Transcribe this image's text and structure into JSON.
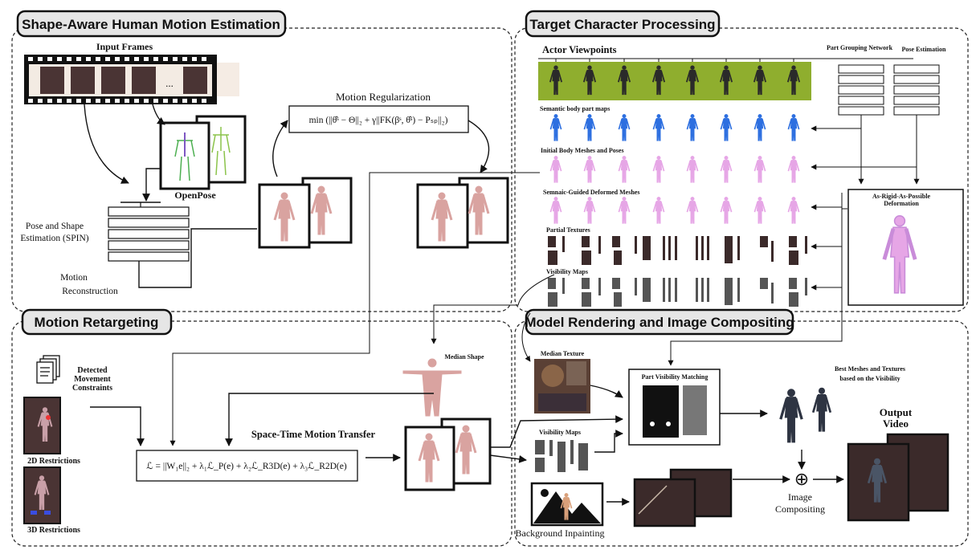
{
  "panels": {
    "shape_aware": {
      "title": "Shape-Aware Human Motion Estimation",
      "input_frames": "Input Frames",
      "ellipsis": "...",
      "openpose": "OpenPose",
      "spin_line1": "Pose and Shape",
      "spin_line2": "Estimation (SPIN)",
      "recon_line1": "Motion",
      "recon_line2": "Reconstruction",
      "regularization": "Motion Regularization",
      "regularization_formula": "min (||θ̂ˢ − Θ||₂ + γ||FK(βˢ, θ̂ˢ) − Pₛₚ||₂)"
    },
    "target_character": {
      "title": "Target Character Processing",
      "actor_viewpoints": "Actor Viewpoints",
      "part_grouping": "Part Grouping Network",
      "pose_estimation": "Pose Estimation",
      "semantic_maps": "Semantic body part maps",
      "initial_meshes": "Initial Body Meshes and Poses",
      "deformed_meshes": "Semnaic-Guided Deformed Meshes",
      "partial_textures": "Partial Textures",
      "visibility_maps": "Visibility Maps",
      "arap_line1": "As-Rigid-As-Possible",
      "arap_line2": "Deformation"
    },
    "retargeting": {
      "title": "Motion Retargeting",
      "constraints_line1": "Detected",
      "constraints_line2": "Movement",
      "constraints_line3": "Constraints",
      "restrictions_2d": "2D Restrictions",
      "restrictions_3d": "3D Restrictions",
      "transfer": "Space-Time Motion Transfer",
      "transfer_formula": "ℒ = ||W₁e||₂ + λ₁ℒ_P(e) + λ₂ℒ_R3D(e) + λ₃ℒ_R2D(e)",
      "median_shape": "Median Shape"
    },
    "rendering": {
      "title": "Model Rendering and Image Compositing",
      "median_texture": "Median Texture",
      "visibility_maps": "Visibility Maps",
      "background_inpainting": "Background Inpainting",
      "part_visibility": "Part Visibility Matching",
      "best_line1": "Best Meshes and Textures",
      "best_line2": "based on the Visibility",
      "compositing_line1": "Image",
      "compositing_line2": "Compositing",
      "output_line1": "Output",
      "output_line2": "Video",
      "oplus": "⊕"
    }
  },
  "colors": {
    "mesh_pink": "#e6a6e6",
    "human_mesh": "#d9a3a0",
    "green_screen": "#8fae2e",
    "scene_dark": "#3b2a2a",
    "visibility_gray": "#555555"
  }
}
